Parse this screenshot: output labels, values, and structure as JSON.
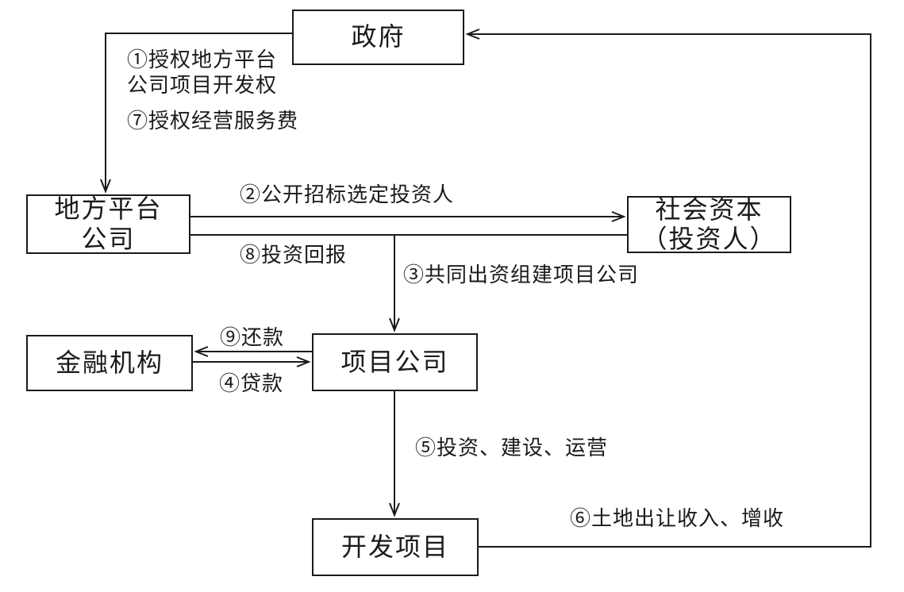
{
  "nodes": {
    "government": "政府",
    "local_platform": "地方平台\n公司",
    "social_capital": "社会资本\n（投资人）",
    "financial_institution": "金融机构",
    "project_company": "项目公司",
    "development_project": "开发项目"
  },
  "edge_labels": {
    "authorize_dev_right": "①授权地方平台\n公司项目开发权",
    "franchise_fee": "⑦授权经营服务费",
    "public_bidding": "②公开招标选定投资人",
    "investment_return": "⑧投资回报",
    "joint_funding": "③共同出资组建项目公司",
    "repayment": "⑨还款",
    "loan": "④贷款",
    "invest_build_operate": "⑤投资、建设、运营",
    "land_revenue": "⑥土地出让收入、增收"
  },
  "colors": {
    "line": "#1a1a1a",
    "background": "#ffffff"
  }
}
